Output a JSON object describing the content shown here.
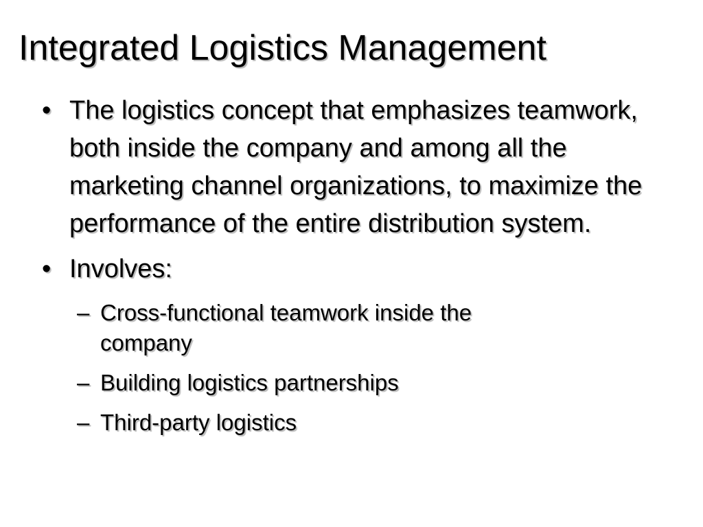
{
  "slide": {
    "title": "Integrated Logistics Management",
    "bullets": [
      {
        "marker": "•",
        "text": "The logistics concept that emphasizes teamwork, both inside the company and among all the marketing channel organizations, to maximize the performance of the entire distribution system."
      },
      {
        "marker": "•",
        "text": "Involves:"
      }
    ],
    "sub_bullets": [
      {
        "marker": "–",
        "text": "Cross-functional teamwork inside the company"
      },
      {
        "marker": "–",
        "text": "Building logistics partnerships"
      },
      {
        "marker": "–",
        "text": "Third-party logistics"
      }
    ]
  }
}
